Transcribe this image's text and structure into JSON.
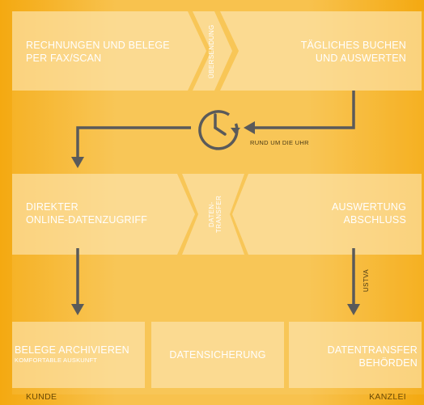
{
  "row1": {
    "left": [
      "RECHNUNGEN UND BELEGE",
      "PER FAX/SCAN"
    ],
    "middle": "ÜBERSENDUNG",
    "right": [
      "TÄGLICHES BUCHEN",
      "UND AUSWERTEN"
    ]
  },
  "clock": {
    "label": "RUND UM DIE UHR",
    "icon": "clock-icon"
  },
  "row2": {
    "left": [
      "DIREKTER",
      "ONLINE-DATENZUGRIFF"
    ],
    "middle": [
      "DATEN-",
      "TRANSFER"
    ],
    "right": [
      "AUSWERTUNG",
      "ABSCHLUSS"
    ]
  },
  "arrow_right_label": "USTVA",
  "row3": {
    "left": {
      "title": "BELEGE ARCHIVIEREN",
      "subtitle": "KOMFORTABLE AUSKUNFT"
    },
    "middle": "DATENSICHERUNG",
    "right": [
      "DATENTRANSFER",
      "BEHÖRDEN"
    ]
  },
  "footer": {
    "left": "KUNDE",
    "right": "KANZLEI"
  },
  "colors": {
    "background": "#f6b21a",
    "box": "#fde7b4",
    "arrow": "#5a5a5a",
    "text": "#ffffff"
  }
}
